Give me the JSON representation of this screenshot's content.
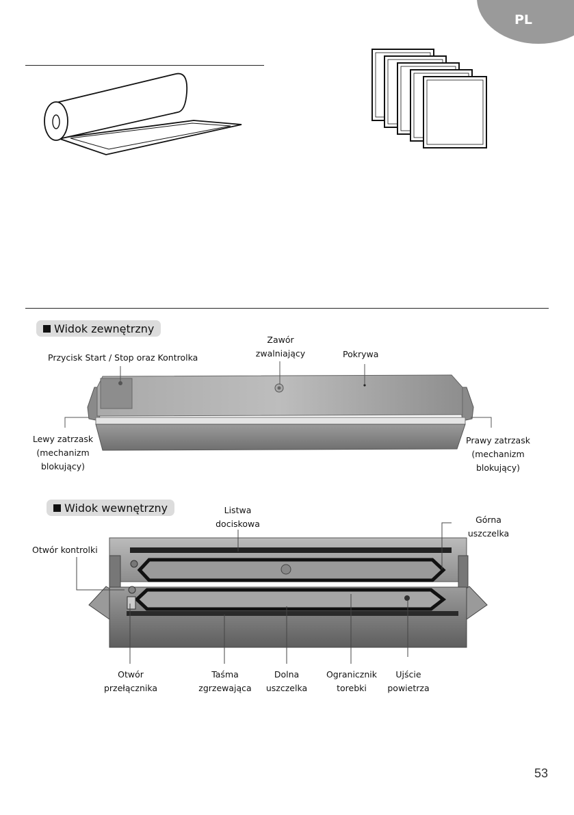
{
  "header": {
    "language_tab": "PL"
  },
  "sections": {
    "external_view": {
      "title": "Widok zewnętrzny",
      "labels": {
        "start_stop": "Przycisk Start / Stop oraz Kontrolka",
        "release_valve_1": "Zawór",
        "release_valve_2": "zwalniający",
        "lid": "Pokrywa",
        "left_latch_1": "Lewy zatrzask",
        "left_latch_2": "(mechanizm",
        "left_latch_3": "blokujący)",
        "right_latch_1": "Prawy zatrzask",
        "right_latch_2": "(mechanizm",
        "right_latch_3": "blokujący)"
      }
    },
    "internal_view": {
      "title": "Widok wewnętrzny",
      "labels": {
        "press_bar_1": "Listwa",
        "press_bar_2": "dociskowa",
        "upper_gasket_1": "Górna",
        "upper_gasket_2": "uszczelka",
        "indicator_hole": "Otwór kontrolki",
        "switch_hole_1": "Otwór",
        "switch_hole_2": "przełącznika",
        "heating_strip_1": "Taśma",
        "heating_strip_2": "zgrzewająca",
        "lower_gasket_1": "Dolna",
        "lower_gasket_2": "uszczelka",
        "bag_limiter_1": "Ogranicznik",
        "bag_limiter_2": "torebki",
        "air_outlet_1": "Ujście",
        "air_outlet_2": "powietrza"
      }
    }
  },
  "footer": {
    "page_number": "53"
  }
}
